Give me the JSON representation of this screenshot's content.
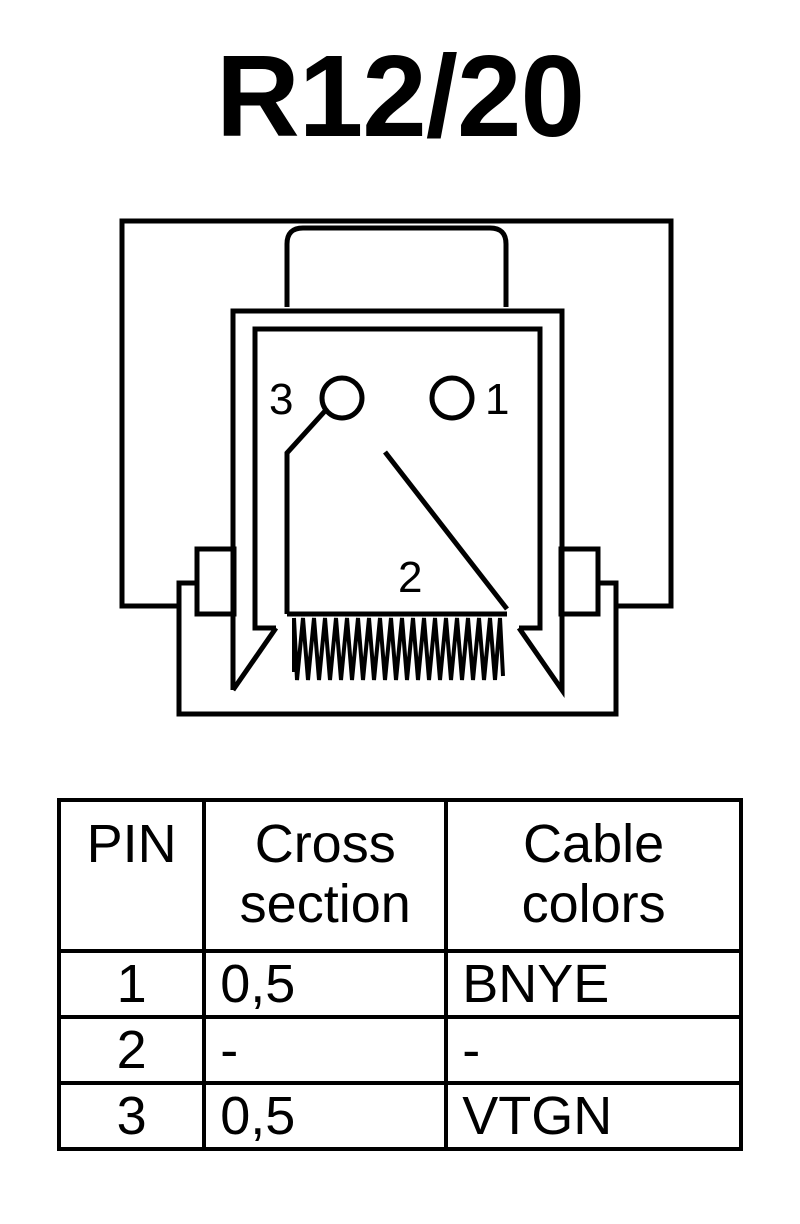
{
  "title": "R12/20",
  "connector": {
    "pin_labels": [
      "1",
      "2",
      "3"
    ]
  },
  "table": {
    "headers": {
      "pin": "PIN",
      "cross_section": [
        "Cross",
        "section"
      ],
      "cable_colors": [
        "Cable",
        "colors"
      ]
    },
    "rows": [
      {
        "pin": "1",
        "cross_section": "0,5",
        "color": "BNYE"
      },
      {
        "pin": "2",
        "cross_section": "-",
        "color": "-"
      },
      {
        "pin": "3",
        "cross_section": "0,5",
        "color": "VTGN"
      }
    ]
  }
}
